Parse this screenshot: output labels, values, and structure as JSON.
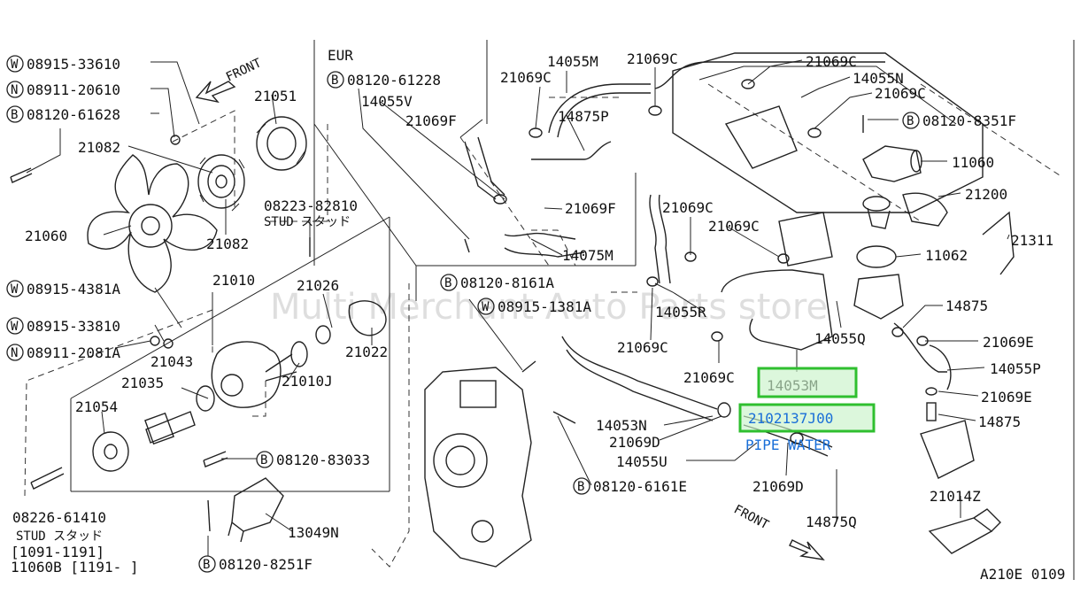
{
  "watermark": "Multi Merchant Auto Parts store",
  "diagram_code": "A210E 0109",
  "front_label": "FRONT",
  "eur_label": "EUR",
  "stud_label": "STUD スタッド",
  "highlight": {
    "part_number": "21021 37J00",
    "part_number_display": "2102137J00",
    "description": "PIPE-WATER",
    "description_display": "PIPE WATER"
  },
  "callouts": [
    {
      "prefix": "W",
      "text": "08915-33610"
    },
    {
      "prefix": "N",
      "text": "08911-20610"
    },
    {
      "prefix": "B",
      "text": "08120-61628"
    },
    {
      "prefix": "",
      "text": "21082"
    },
    {
      "prefix": "",
      "text": "21051"
    },
    {
      "prefix": "",
      "text": "21060"
    },
    {
      "prefix": "",
      "text": "21082"
    },
    {
      "prefix": "",
      "text": "08223-82810"
    },
    {
      "prefix": "W",
      "text": "08915-4381A"
    },
    {
      "prefix": "",
      "text": "21010"
    },
    {
      "prefix": "",
      "text": "21026"
    },
    {
      "prefix": "W",
      "text": "08915-33810"
    },
    {
      "prefix": "N",
      "text": "08911-2081A"
    },
    {
      "prefix": "",
      "text": "21043"
    },
    {
      "prefix": "",
      "text": "21022"
    },
    {
      "prefix": "",
      "text": "21035"
    },
    {
      "prefix": "",
      "text": "21010J"
    },
    {
      "prefix": "",
      "text": "21054"
    },
    {
      "prefix": "B",
      "text": "08120-83033"
    },
    {
      "prefix": "",
      "text": "08226-61410"
    },
    {
      "prefix": "",
      "text": "13049N"
    },
    {
      "prefix": "",
      "text": "[1091-1191]"
    },
    {
      "prefix": "",
      "text": "11060B [1191-      ]"
    },
    {
      "prefix": "B",
      "text": "08120-8251F"
    },
    {
      "prefix": "B",
      "text": "08120-61228"
    },
    {
      "prefix": "",
      "text": "14055V"
    },
    {
      "prefix": "",
      "text": "14055M"
    },
    {
      "prefix": "",
      "text": "21069C"
    },
    {
      "prefix": "",
      "text": "21069C"
    },
    {
      "prefix": "",
      "text": "21069F"
    },
    {
      "prefix": "",
      "text": "14875P"
    },
    {
      "prefix": "",
      "text": "21069F"
    },
    {
      "prefix": "",
      "text": "14075M"
    },
    {
      "prefix": "B",
      "text": "08120-8161A"
    },
    {
      "prefix": "W",
      "text": "08915-1381A"
    },
    {
      "prefix": "",
      "text": "21069C"
    },
    {
      "prefix": "",
      "text": "21069C"
    },
    {
      "prefix": "",
      "text": "14055R"
    },
    {
      "prefix": "",
      "text": "21069C"
    },
    {
      "prefix": "",
      "text": "21069C"
    },
    {
      "prefix": "",
      "text": "14055Q"
    },
    {
      "prefix": "",
      "text": "14053M"
    },
    {
      "prefix": "",
      "text": "14053N"
    },
    {
      "prefix": "",
      "text": "21069D"
    },
    {
      "prefix": "",
      "text": "14055U"
    },
    {
      "prefix": "B",
      "text": "08120-6161E"
    },
    {
      "prefix": "",
      "text": "21069D"
    },
    {
      "prefix": "",
      "text": "14875Q"
    },
    {
      "prefix": "",
      "text": "21069C"
    },
    {
      "prefix": "",
      "text": "14055N"
    },
    {
      "prefix": "",
      "text": "21069C"
    },
    {
      "prefix": "B",
      "text": "08120-8351F"
    },
    {
      "prefix": "",
      "text": "11060"
    },
    {
      "prefix": "",
      "text": "21200"
    },
    {
      "prefix": "",
      "text": "21311"
    },
    {
      "prefix": "",
      "text": "11062"
    },
    {
      "prefix": "",
      "text": "14875"
    },
    {
      "prefix": "",
      "text": "21069E"
    },
    {
      "prefix": "",
      "text": "14055P"
    },
    {
      "prefix": "",
      "text": "21069E"
    },
    {
      "prefix": "",
      "text": "14875"
    },
    {
      "prefix": "",
      "text": "21014Z"
    }
  ]
}
